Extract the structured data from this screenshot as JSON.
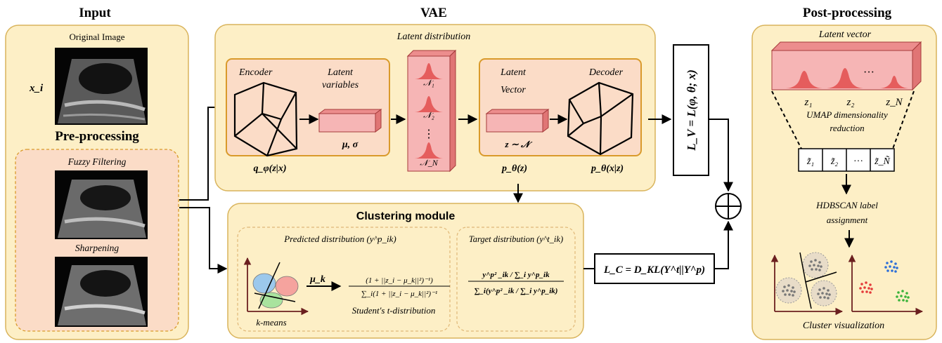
{
  "colors": {
    "panel_fill": "#fdefc6",
    "panel_stroke": "#d9b45c",
    "inner_fill": "#fbdcc7",
    "inner_stroke": "#d99a2b",
    "box_red_front": "#f6b5b5",
    "box_red_top": "#ec8d8d",
    "box_red_stroke": "#a53a3a",
    "gauss_fill": "#e55d5d",
    "cluster_blue": "#9cc8ec",
    "cluster_red": "#f5a39e",
    "cluster_green": "#a9e39e",
    "dot_red": "#e43a3a",
    "dot_blue": "#2d6fd8",
    "dot_green": "#39b339",
    "axis_color": "#6b1f1f"
  },
  "input": {
    "title": "Input",
    "original_label": "Original Image",
    "xi_label": "x_i",
    "preprocessing_title": "Pre-processing",
    "fuzzy_label": "Fuzzy Filtering",
    "sharpening_label": "Sharpening"
  },
  "vae": {
    "title": "VAE",
    "latent_distribution_label": "Latent distribution",
    "encoder_label": "Encoder",
    "latent_variables_label_1": "Latent",
    "latent_variables_label_2": "variables",
    "mu_sigma": "μ, σ",
    "q_label": "q_φ(z|x)",
    "latent_vector_label_1": "Latent",
    "latent_vector_label_2": "Vector",
    "z_sample": "z ∼ 𝒩",
    "decoder_label": "Decoder",
    "p_z_label": "p_θ(z)",
    "p_x_label": "p_θ(x|z)",
    "normal_labels": [
      "𝒩₁",
      "𝒩₂",
      "⋮",
      "𝒩_N"
    ],
    "loss_v": "L_V = L(φ, θ; x)"
  },
  "clustering": {
    "title": "Clustering module",
    "predicted_label": "Predicted distribution (y^p_ik)",
    "target_label": "Target distribution (y^t_ik)",
    "mu_k": "μ_k",
    "student_num": "(1 + ||z_i − μ_k||²)⁻¹)",
    "student_den": "∑_i(1 + ||z_i − μ_k||²)⁻¹",
    "student_label": "Student's t-distribution",
    "kmeans_label": "k-means",
    "target_num": "y^p² _ik / ∑_i y^p_ik",
    "target_den": "∑_i(y^p² _ik / ∑_i y^p_ik)",
    "loss_c": "L_C = D_KL(Y^t||Y^p)"
  },
  "post": {
    "title": "Post-processing",
    "latent_vector_label": "Latent vector",
    "z_labels": [
      "z₁",
      "z₂",
      "z_N"
    ],
    "dots": "···",
    "umap_label_1": "UMAP dimensionality",
    "umap_label_2": "reduction",
    "reduced_labels": [
      "z̃₁",
      "z̃₂",
      "···",
      "z̃_Ñ"
    ],
    "hdbscan_label_1": "HDBSCAN label",
    "hdbscan_label_2": "assignment",
    "cluster_vis_label": "Cluster visualization"
  },
  "sum_symbol": "⊕"
}
